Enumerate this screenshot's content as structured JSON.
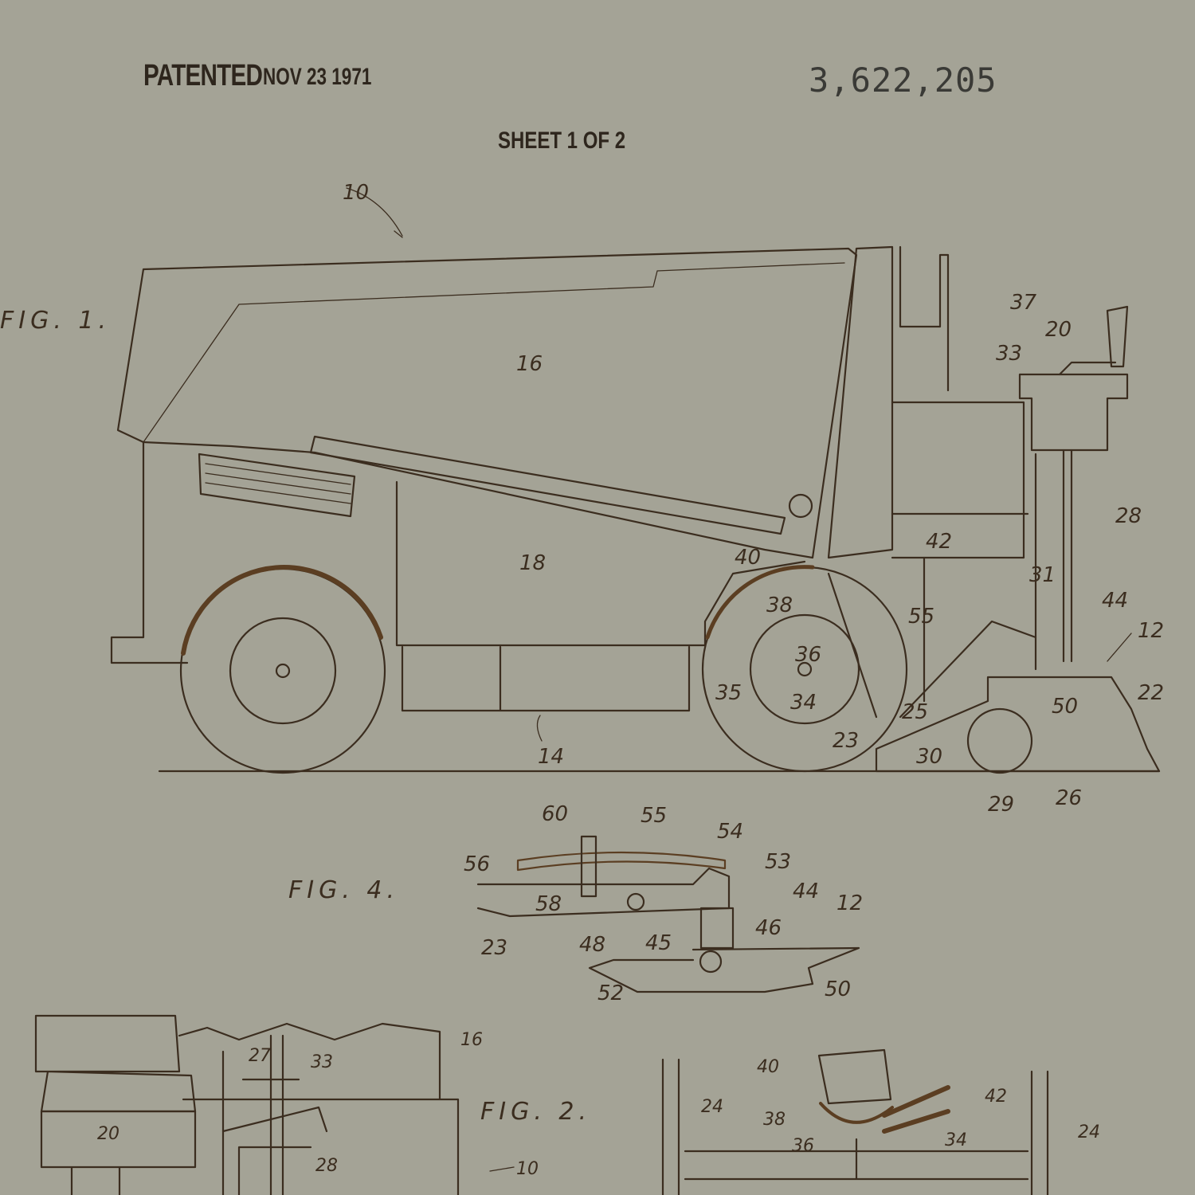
{
  "header": {
    "patented": "PATENTED",
    "date": "NOV 23 1971",
    "patent_number": "3,622,205",
    "sheet": "SHEET 1 OF 2"
  },
  "figures": {
    "fig1": {
      "label": "FIG. 1.",
      "numerals": [
        "10",
        "16",
        "18",
        "37",
        "33",
        "20",
        "28",
        "42",
        "40",
        "31",
        "44",
        "38",
        "55",
        "12",
        "36",
        "22",
        "35",
        "34",
        "50",
        "25",
        "23",
        "30",
        "14",
        "29",
        "26"
      ]
    },
    "fig4": {
      "label": "FIG. 4.",
      "numerals": [
        "60",
        "55",
        "54",
        "56",
        "53",
        "44",
        "12",
        "58",
        "46",
        "23",
        "48",
        "45",
        "50",
        "52"
      ]
    },
    "fig2": {
      "label": "FIG. 2.",
      "numerals": [
        "16",
        "27",
        "33",
        "20",
        "28",
        "10"
      ]
    },
    "fig3": {
      "numerals": [
        "40",
        "42",
        "24",
        "38",
        "24",
        "36",
        "34"
      ]
    }
  },
  "colors": {
    "paper": "#a4a396",
    "ink": "#3b2d1f"
  }
}
